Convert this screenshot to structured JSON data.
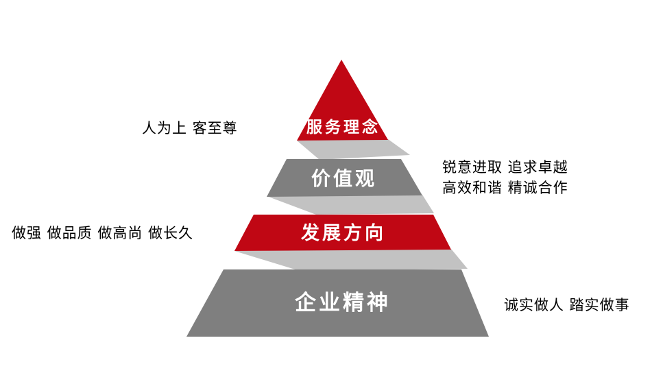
{
  "colors": {
    "red": "#c00714",
    "gray": "#7f7f7f",
    "shadow": "#c2c2c2",
    "level_text": "#ffffff",
    "annotation_text": "#000000"
  },
  "pyramid": {
    "levels": [
      {
        "label": "服务理念",
        "fill": "#c00714"
      },
      {
        "label": "价值观",
        "fill": "#7f7f7f"
      },
      {
        "label": "发展方向",
        "fill": "#c00714"
      },
      {
        "label": "企业精神",
        "fill": "#7f7f7f"
      }
    ]
  },
  "annotations": {
    "top_left": "人为上 客至尊",
    "middle_right_line1": "锐意进取 追求卓越",
    "middle_right_line2": "高效和谐 精诚合作",
    "lower_left": "做强 做品质 做高尚 做长久",
    "bottom_right": "诚实做人 踏实做事"
  }
}
